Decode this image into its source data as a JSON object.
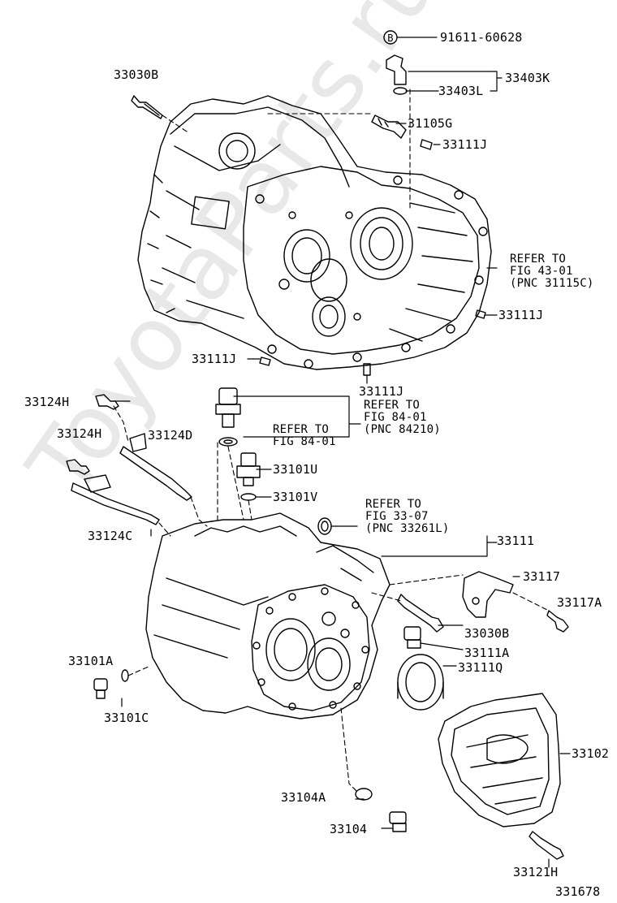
{
  "watermark": "ToyotaParts.ru",
  "figure_number": "331678",
  "symbols": {
    "b_circle": "B"
  },
  "parts": {
    "p91611_60628": "91611-60628",
    "p33403K": "33403K",
    "p33403L": "33403L",
    "p33030B_top": "33030B",
    "p31105G": "31105G",
    "p33111J_a": "33111J",
    "p33111J_b": "33111J",
    "p33111J_c": "33111J",
    "p33111J_d": "33111J",
    "p33124H_a": "33124H",
    "p33124H_b": "33124H",
    "p33124D": "33124D",
    "p33124C": "33124C",
    "p33101U": "33101U",
    "p33101V": "33101V",
    "p33111": "33111",
    "p33117": "33117",
    "p33117A": "33117A",
    "p33030B_bot": "33030B",
    "p33111A": "33111A",
    "p33111Q": "33111Q",
    "p33101A": "33101A",
    "p33101C": "33101C",
    "p33102": "33102",
    "p33104A": "33104A",
    "p33104": "33104",
    "p33121H": "33121H"
  },
  "notes": {
    "ref_43_01": [
      "REFER TO",
      "FIG 43-01",
      "(PNC 31115C)"
    ],
    "ref_84_01_a": [
      "REFER TO",
      "FIG 84-01",
      "(PNC 84210)"
    ],
    "ref_84_01_b": [
      "REFER TO",
      "FIG 84-01"
    ],
    "ref_33_07": [
      "REFER TO",
      "FIG 33-07",
      "(PNC 33261L)"
    ]
  }
}
